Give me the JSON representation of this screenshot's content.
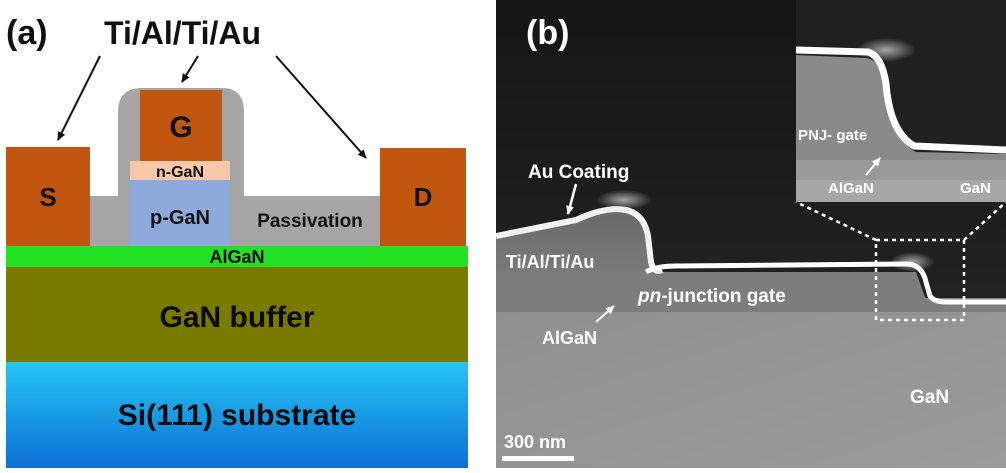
{
  "panel_a": {
    "label": "(a)",
    "metal_label": "Ti/Al/Ti/Au",
    "source_label": "S",
    "gate_label": "G",
    "drain_label": "D",
    "n_gan_label": "n-GaN",
    "p_gan_label": "p-GaN",
    "passivation_label": "Passivation",
    "algan_label": "AlGaN",
    "buffer_label": "GaN buffer",
    "substrate_label": "Si(111) substrate",
    "colors": {
      "metal": "#c0560f",
      "passivation": "#a5a5a5",
      "n_gan": "#f7c9a8",
      "p_gan": "#8ea9db",
      "algan": "#22e022",
      "buffer": "#7a7a00",
      "substrate": "#1a9fe8"
    }
  },
  "panel_b": {
    "label": "(b)",
    "au_coating_label": "Au Coating",
    "metal_label": "Ti/Al/Ti/Au",
    "pn_italic": "pn",
    "junction_gate_label": "-junction gate",
    "algan_label": "AlGaN",
    "gan_label": "GaN",
    "scale_label": "300 nm",
    "inset": {
      "pnj_gate_label": "PNJ- gate",
      "algan_label": "AlGaN",
      "gan_label": "GaN"
    }
  }
}
